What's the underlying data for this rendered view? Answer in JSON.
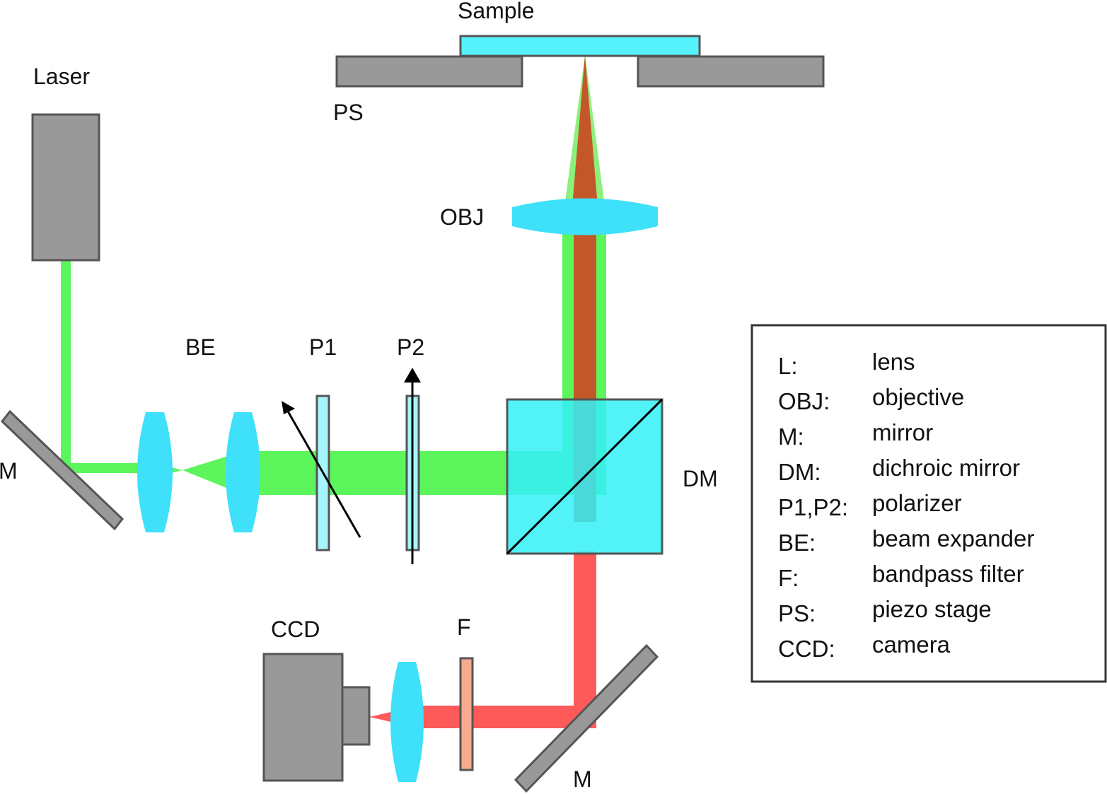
{
  "labels": {
    "laser": "Laser",
    "sample": "Sample",
    "piezo_stage": "PS",
    "objective": "OBJ",
    "beam_expander": "BE",
    "polarizer_1": "P1",
    "polarizer_2": "P2",
    "mirror_left": "M",
    "dichroic_mirror": "DM",
    "camera": "CCD",
    "filter": "F",
    "mirror_bottom": "M"
  },
  "legend": {
    "items": [
      {
        "key": "L:",
        "value": "lens"
      },
      {
        "key": "OBJ:",
        "value": "objective"
      },
      {
        "key": "M:",
        "value": "mirror"
      },
      {
        "key": "DM:",
        "value": "dichroic mirror"
      },
      {
        "key": "P1,P2:",
        "value": "polarizer"
      },
      {
        "key": "BE:",
        "value": "beam expander"
      },
      {
        "key": "F:",
        "value": "bandpass filter"
      },
      {
        "key": "PS:",
        "value": "piezo stage"
      },
      {
        "key": "CCD:",
        "value": "camera"
      }
    ]
  },
  "colors": {
    "excitation_beam": "#5cf55c",
    "emission_beam": "#ff5a5a",
    "emission_in_excitation": "#c4572a",
    "optics": "#3ee0fa",
    "sample": "#55f2fc",
    "hardware": "#999999",
    "filter": "#f8aa90",
    "outline": "#555555"
  }
}
